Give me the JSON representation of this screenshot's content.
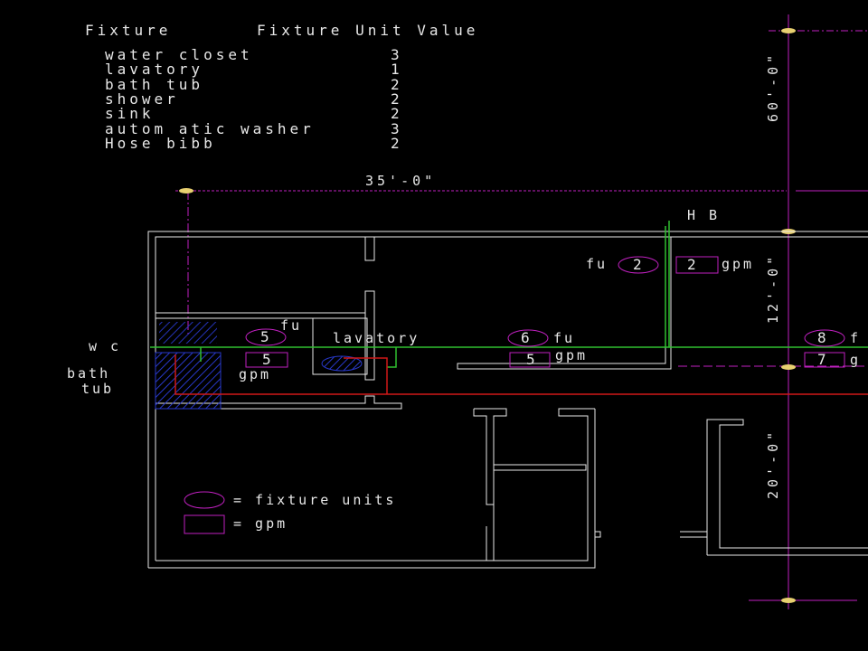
{
  "table": {
    "header_fixture": "Fixture",
    "header_value": "Fixture Unit Value",
    "rows": [
      {
        "fixture": "water closet",
        "value": "3"
      },
      {
        "fixture": "lavatory",
        "value": "1"
      },
      {
        "fixture": "bath tub",
        "value": "2"
      },
      {
        "fixture": "shower",
        "value": "2"
      },
      {
        "fixture": "sink",
        "value": "2"
      },
      {
        "fixture": "autom atic washer",
        "value": "3"
      },
      {
        "fixture": "Hose bibb",
        "value": "2"
      }
    ]
  },
  "dimensions": {
    "width": "35'-0\"",
    "top": "60'-0\"",
    "mid": "12'-0\"",
    "bottom": "20'-0\""
  },
  "labels": {
    "hb": "H B",
    "wc": "w c",
    "bath": "bath",
    "tub": "tub",
    "lavatory": "lavatory",
    "fu": "fu",
    "gpm": "gpm",
    "g_clipped": "g",
    "f_clipped": "f u"
  },
  "annotations": {
    "hb_fu": "2",
    "hb_gpm": "2",
    "wc_fu": "5",
    "wc_gpm": "5",
    "lav_fu": "6",
    "lav_gpm": "5",
    "right_fu": "8",
    "right_gpm": "7"
  },
  "legend": {
    "fu_text": "= fixture units",
    "gpm_text": "= gpm"
  },
  "colors": {
    "wall": "#e8e8e8",
    "dimension": "#c020c0",
    "water_line": "#30c030",
    "hot_line": "#d01818",
    "hatch": "#2838c8"
  }
}
